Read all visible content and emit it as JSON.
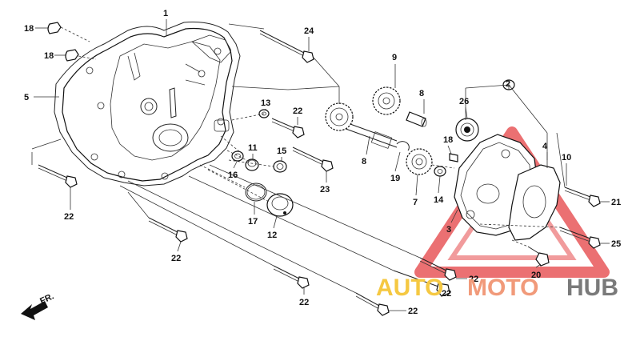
{
  "callouts": [
    {
      "id": "1",
      "text": "1"
    },
    {
      "id": "2",
      "text": "2"
    },
    {
      "id": "3",
      "text": "3"
    },
    {
      "id": "4",
      "text": "4"
    },
    {
      "id": "5",
      "text": "5"
    },
    {
      "id": "7",
      "text": "7"
    },
    {
      "id": "8a",
      "text": "8"
    },
    {
      "id": "8b",
      "text": "8"
    },
    {
      "id": "9",
      "text": "9"
    },
    {
      "id": "10",
      "text": "10"
    },
    {
      "id": "11",
      "text": "11"
    },
    {
      "id": "12",
      "text": "12"
    },
    {
      "id": "13",
      "text": "13"
    },
    {
      "id": "14",
      "text": "14"
    },
    {
      "id": "15",
      "text": "15"
    },
    {
      "id": "16",
      "text": "16"
    },
    {
      "id": "17",
      "text": "17"
    },
    {
      "id": "18a",
      "text": "18"
    },
    {
      "id": "18b",
      "text": "18"
    },
    {
      "id": "18c",
      "text": "18"
    },
    {
      "id": "19",
      "text": "19"
    },
    {
      "id": "20",
      "text": "20"
    },
    {
      "id": "21",
      "text": "21"
    },
    {
      "id": "22a",
      "text": "22"
    },
    {
      "id": "22b",
      "text": "22"
    },
    {
      "id": "22c",
      "text": "22"
    },
    {
      "id": "22d",
      "text": "22"
    },
    {
      "id": "22e",
      "text": "22"
    },
    {
      "id": "22f",
      "text": "22"
    },
    {
      "id": "22g",
      "text": "22"
    },
    {
      "id": "23",
      "text": "23"
    },
    {
      "id": "24",
      "text": "24"
    },
    {
      "id": "25",
      "text": "25"
    },
    {
      "id": "26",
      "text": "26"
    }
  ],
  "direction_label": "FR.",
  "watermark": {
    "part1": "AUTO",
    "part2": "MOTO",
    "part3": "HUB",
    "color_auto": "#f5c842",
    "color_moto": "#f19a7a",
    "color_hub": "#7a7a7a",
    "triangle_color": "#e8585a"
  }
}
